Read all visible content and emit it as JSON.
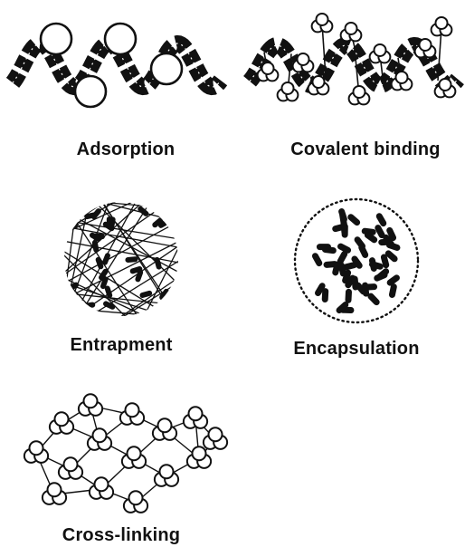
{
  "panels": [
    {
      "id": "adsorption",
      "label": "Adsorption"
    },
    {
      "id": "covalent",
      "label": "Covalent binding"
    },
    {
      "id": "entrapment",
      "label": "Entrapment"
    },
    {
      "id": "encapsulation",
      "label": "Encapsulation"
    },
    {
      "id": "crosslinking",
      "label": "Cross-linking"
    }
  ],
  "colors": {
    "ink": "#111111",
    "background": "#ffffff"
  }
}
